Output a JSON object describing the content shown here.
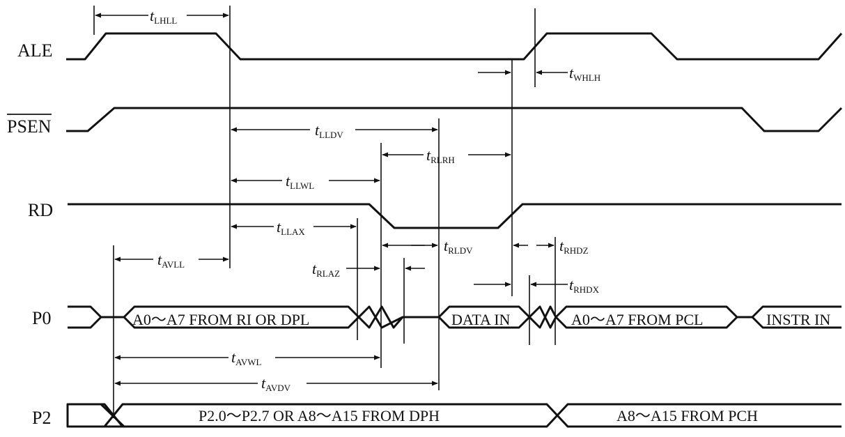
{
  "signals": {
    "ale": "ALE",
    "psen": "PSEN",
    "rd": "RD",
    "p0": "P0",
    "p2": "P2"
  },
  "bus_labels": {
    "p0_addr_low": "A0～A7 FROM RI OR DPL",
    "p0_data_in": "DATA IN",
    "p0_pcl": "A0～A7 FROM PCL",
    "p0_instr": "INSTR IN",
    "p2_dph": "P2.0～P2.7 OR A8～A15 FROM DPH",
    "p2_pch": "A8～A15 FROM PCH"
  },
  "timing_params": {
    "lhll": "LHLL",
    "whlh": "WHLH",
    "lldv": "LLDV",
    "rlrh": "RLRH",
    "llwl": "LLWL",
    "llax": "LLAX",
    "avll": "AVLL",
    "rldv": "RLDV",
    "rlaz": "RLAZ",
    "rhdz": "RHDZ",
    "rhdx": "RHDX",
    "avwl": "AVWL",
    "avdv": "AVDV"
  },
  "t_symbol": "t"
}
